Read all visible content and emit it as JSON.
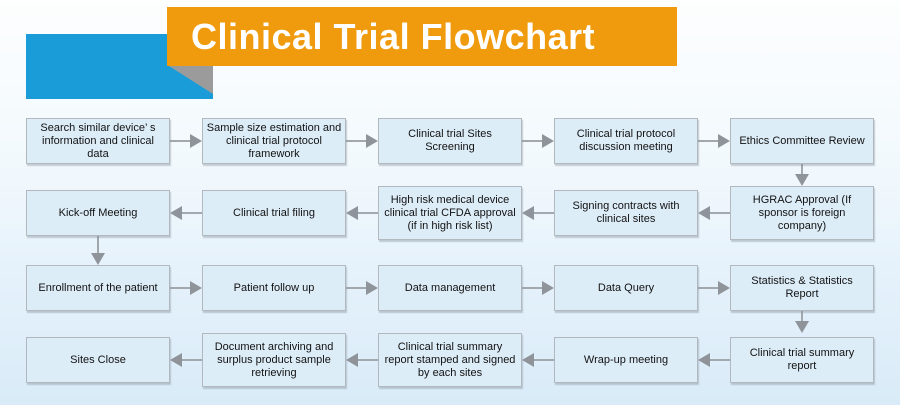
{
  "header": {
    "title": "Clinical Trial Flowchart"
  },
  "colors": {
    "banner_orange": "#f09a0d",
    "ribbon_blue": "#1a9cd8",
    "fold_gray": "#9b9b9b",
    "node_fill": "#ddedf8",
    "node_border": "#b2b8bd",
    "arrow_gray": "#8e9499",
    "background_bottom": "#d9ebf8"
  },
  "flowchart": {
    "rows": [
      {
        "direction": "right",
        "boxes": [
          {
            "label": "Search similar device’ s information and clinical data"
          },
          {
            "label": "Sample size estimation and clinical trial protocol framework"
          },
          {
            "label": "Clinical trial Sites Screening"
          },
          {
            "label": "Clinical trial protocol discussion meeting"
          },
          {
            "label": "Ethics Committee Review"
          }
        ]
      },
      {
        "direction": "left",
        "boxes": [
          {
            "label": "Kick-off Meeting"
          },
          {
            "label": "Clinical trial filing"
          },
          {
            "label": "High risk medical device clinical trial CFDA approval (if in high risk list)"
          },
          {
            "label": "Signing contracts with clinical sites"
          },
          {
            "label": "HGRAC Approval (If sponsor is foreign company)"
          }
        ]
      },
      {
        "direction": "right",
        "boxes": [
          {
            "label": "Enrollment of the patient"
          },
          {
            "label": "Patient follow up"
          },
          {
            "label": "Data management"
          },
          {
            "label": "Data Query"
          },
          {
            "label": "Statistics & Statistics Report"
          }
        ]
      },
      {
        "direction": "left",
        "boxes": [
          {
            "label": "Sites Close"
          },
          {
            "label": "Document archiving and surplus product sample retrieving"
          },
          {
            "label": "Clinical trial summary report stamped and signed by each sites"
          },
          {
            "label": "Wrap-up meeting"
          },
          {
            "label": "Clinical trial summary report"
          }
        ]
      }
    ],
    "vertical_connections": [
      "Ethics Committee Review → HGRAC Approval",
      "Kick-off Meeting → Enrollment of the patient",
      "Statistics & Statistics Report → Clinical trial summary report"
    ]
  }
}
